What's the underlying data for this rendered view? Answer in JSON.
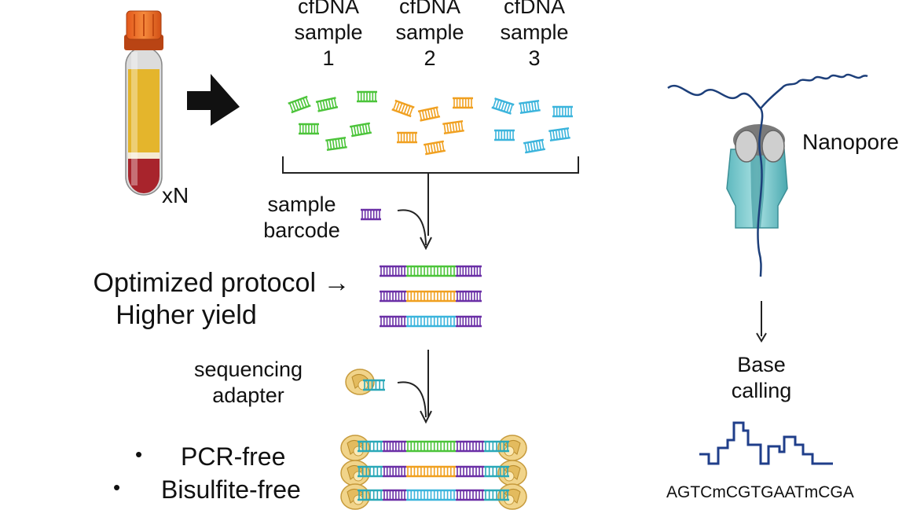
{
  "tube": {
    "multiplier": "xN"
  },
  "samples": [
    {
      "line1": "cfDNA",
      "line2": "sample",
      "line3": "1"
    },
    {
      "line1": "cfDNA",
      "line2": "sample",
      "line3": "2"
    },
    {
      "line1": "cfDNA",
      "line2": "sample",
      "line3": "3"
    }
  ],
  "barcode_step": {
    "line1": "sample",
    "line2": "barcode"
  },
  "protocol": {
    "line1": "Optimized protocol →",
    "line2": "Higher yield"
  },
  "adapter_step": {
    "line1": "sequencing",
    "line2": "adapter"
  },
  "features": [
    "PCR-free",
    "Bisulfite-free"
  ],
  "nanopore": {
    "label": "Nanopore"
  },
  "base_calling": {
    "line1": "Base",
    "line2": "calling",
    "sequence": "AGTCmCGTGAATmCGA"
  },
  "colors": {
    "sample1": "#4cc43a",
    "sample2": "#f0a020",
    "sample3": "#3bb4dc",
    "barcode": "#6a2fa6",
    "adapter": "#2aa8b8",
    "signal": "#1f3e8a"
  }
}
